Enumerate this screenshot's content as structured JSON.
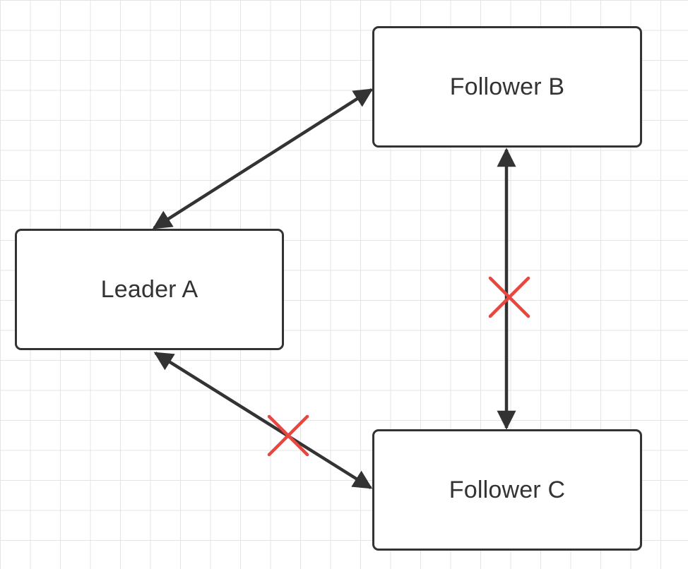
{
  "nodes": {
    "follower_b": "Follower B",
    "leader_a": "Leader A",
    "follower_c": "Follower C"
  },
  "edges": [
    {
      "from": "leader_a",
      "to": "follower_b",
      "bidirectional": true,
      "broken": false
    },
    {
      "from": "follower_b",
      "to": "follower_c",
      "bidirectional": true,
      "broken": true
    },
    {
      "from": "leader_a",
      "to": "follower_c",
      "bidirectional": true,
      "broken": true
    }
  ],
  "colors": {
    "stroke": "#333333",
    "broken_marker": "#e8473f",
    "grid": "#e4e4e4",
    "background": "#ffffff"
  },
  "icons": {
    "broken_marker": "x-mark-icon"
  }
}
